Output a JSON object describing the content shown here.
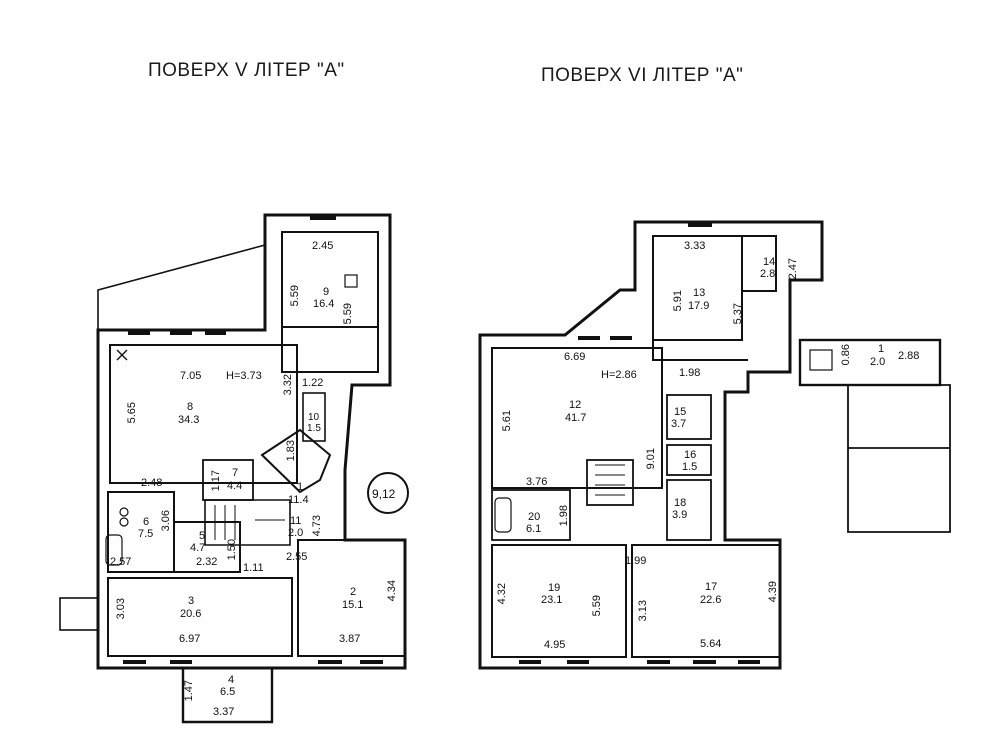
{
  "titles": {
    "left": "ПОВЕРХ V ЛІТЕР \"А\"",
    "right": "ПОВЕРХ VI ЛІТЕР \"А\""
  },
  "floor5": {
    "heading_label": "H=3.73",
    "badge": "9,12",
    "rooms": [
      {
        "no": "1",
        "area": "11.4"
      },
      {
        "no": "2",
        "area": "15.1"
      },
      {
        "no": "3",
        "area": "20.6"
      },
      {
        "no": "4",
        "area": "6.5"
      },
      {
        "no": "5",
        "area": "4.7"
      },
      {
        "no": "6",
        "area": "7.5"
      },
      {
        "no": "7",
        "area": "4.4"
      },
      {
        "no": "8",
        "area": "34.3"
      },
      {
        "no": "9",
        "area": "16.4"
      },
      {
        "no": "10",
        "area": "1.5"
      },
      {
        "no": "11",
        "area": "2.0"
      }
    ],
    "dims": [
      "2.45",
      "5.59",
      "5.59",
      "7.05",
      "5.65",
      "3.32",
      "1.22",
      "1.83",
      "2.48",
      "1.17",
      "4.73",
      "3.06",
      "2.57",
      "2.32",
      "1.50",
      "1.11",
      "2.55",
      "4.34",
      "3.03",
      "6.97",
      "3.87",
      "1.47",
      "3.37"
    ]
  },
  "floor6": {
    "heading_label": "H=2.86",
    "rooms": [
      {
        "no": "12",
        "area": "41.7"
      },
      {
        "no": "13",
        "area": "17.9"
      },
      {
        "no": "14",
        "area": "2.8"
      },
      {
        "no": "15",
        "area": "3.7"
      },
      {
        "no": "16",
        "area": "1.5"
      },
      {
        "no": "17",
        "area": "22.6"
      },
      {
        "no": "18",
        "area": "3.9"
      },
      {
        "no": "19",
        "area": "23.1"
      },
      {
        "no": "20",
        "area": "6.1"
      },
      {
        "no": "1",
        "area": "2.0"
      }
    ],
    "dims": [
      "3.33",
      "2.47",
      "5.91",
      "5.37",
      "6.69",
      "1.98",
      "5.61",
      "9.01",
      "3.76",
      "1.98",
      "1.99",
      "4.32",
      "5.59",
      "4.95",
      "3.13",
      "5.64",
      "4.39",
      "0.86",
      "2.88"
    ]
  }
}
